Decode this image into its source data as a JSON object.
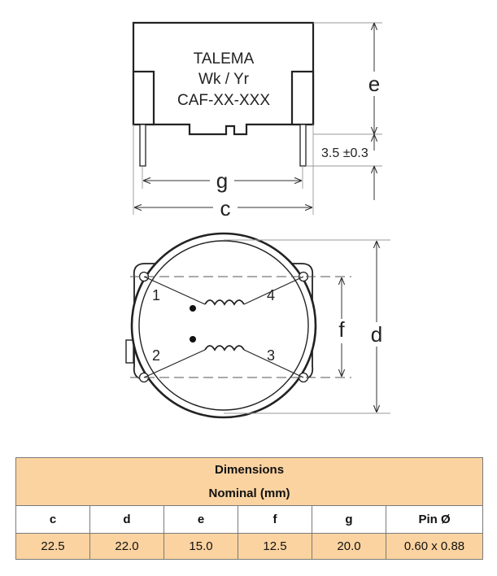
{
  "top_view": {
    "label_line1": "TALEMA",
    "label_line2": "Wk / Yr",
    "label_line3": "CAF-XX-XXX",
    "dim_e": "e",
    "dim_pin": "3.5 ±0.3",
    "dim_g": "g",
    "dim_c": "c"
  },
  "bottom_view": {
    "pin1": "1",
    "pin2": "2",
    "pin3": "3",
    "pin4": "4",
    "dim_f": "f",
    "dim_d": "d"
  },
  "table": {
    "title_line1": "Dimensions",
    "title_line2": "Nominal (mm)",
    "headers": [
      "c",
      "d",
      "e",
      "f",
      "g",
      "Pin Ø"
    ],
    "values": [
      "22.5",
      "22.0",
      "15.0",
      "12.5",
      "20.0",
      "0.60 x 0.88"
    ]
  }
}
